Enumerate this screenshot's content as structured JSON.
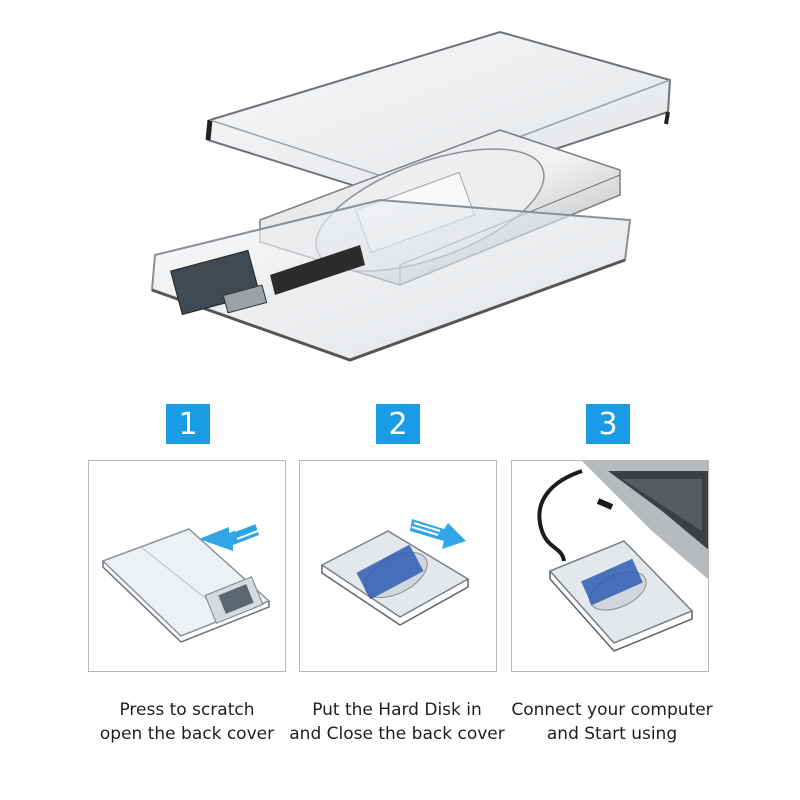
{
  "steps": [
    {
      "number": "1",
      "caption_line1": "Press to scratch",
      "caption_line2": "open the back cover"
    },
    {
      "number": "2",
      "caption_line1": "Put the Hard Disk in",
      "caption_line2": "and Close the back cover"
    },
    {
      "number": "3",
      "caption_line1": "Connect your computer",
      "caption_line2": "and Start using"
    }
  ],
  "colors": {
    "badge": "#1a9be6",
    "arrow": "#1a9be6",
    "panel_border": "#b8b8b8"
  },
  "icons": {
    "step1": "arrow-left-icon",
    "step2": "arrow-right-icon"
  }
}
